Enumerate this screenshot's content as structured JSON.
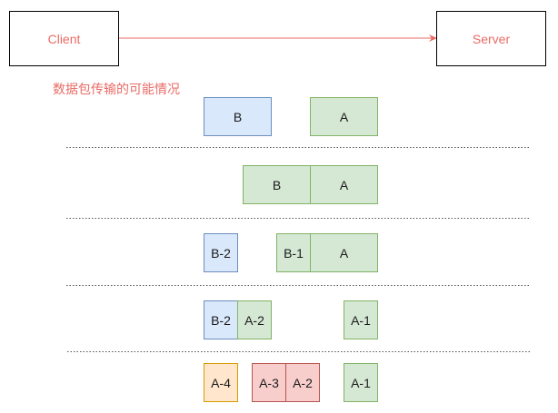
{
  "client": {
    "label": "Client"
  },
  "server": {
    "label": "Server"
  },
  "caption": "数据包传输的可能情况",
  "colors": {
    "endpoint_text": "#ea6b66",
    "arrow": "#ea6b66",
    "caption": "#ea6b66",
    "separator": "#555555",
    "blue_fill": "#dae8fc",
    "blue_stroke": "#6c8ebf",
    "green_fill": "#d5e8d4",
    "green_stroke": "#82b366",
    "red_fill": "#f8cecc",
    "red_stroke": "#b85450",
    "orange_fill": "#ffe6cc",
    "orange_stroke": "#d79b00"
  },
  "scenarios": [
    {
      "packets": [
        {
          "label": "B",
          "color": "blue"
        },
        {
          "label": "A",
          "color": "green"
        }
      ]
    },
    {
      "packets": [
        {
          "label": "B",
          "color": "green"
        },
        {
          "label": "A",
          "color": "green"
        }
      ]
    },
    {
      "packets": [
        {
          "label": "B-2",
          "color": "blue"
        },
        {
          "label": "B-1",
          "color": "green"
        },
        {
          "label": "A",
          "color": "green"
        }
      ]
    },
    {
      "packets": [
        {
          "label": "B-2",
          "color": "blue"
        },
        {
          "label": "A-2",
          "color": "green"
        },
        {
          "label": "A-1",
          "color": "green"
        }
      ]
    },
    {
      "packets": [
        {
          "label": "A-4",
          "color": "orange"
        },
        {
          "label": "A-3",
          "color": "red"
        },
        {
          "label": "A-2",
          "color": "red"
        },
        {
          "label": "A-1",
          "color": "green"
        }
      ]
    }
  ]
}
